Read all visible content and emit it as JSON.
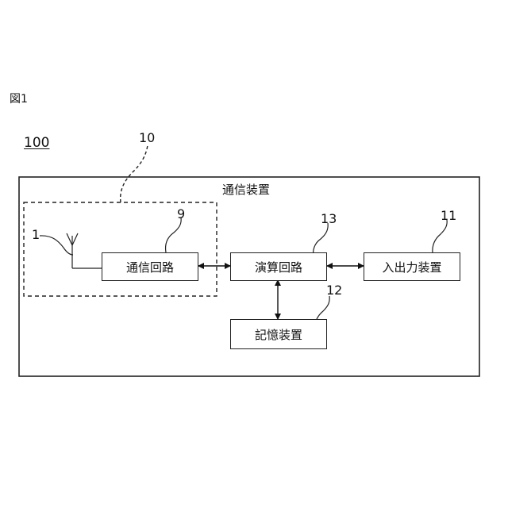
{
  "figure_label": "図1",
  "device_ref": "100",
  "outer_box": {
    "label": "通信装置"
  },
  "blocks": {
    "comm_circuit": {
      "label": "通信回路",
      "ref": "9"
    },
    "arith_circuit": {
      "label": "演算回路",
      "ref": "13"
    },
    "io_device": {
      "label": "入出力装置",
      "ref": "11"
    },
    "storage": {
      "label": "記憶装置",
      "ref": "12"
    }
  },
  "antenna_ref": "1",
  "dashed_group_ref": "10"
}
